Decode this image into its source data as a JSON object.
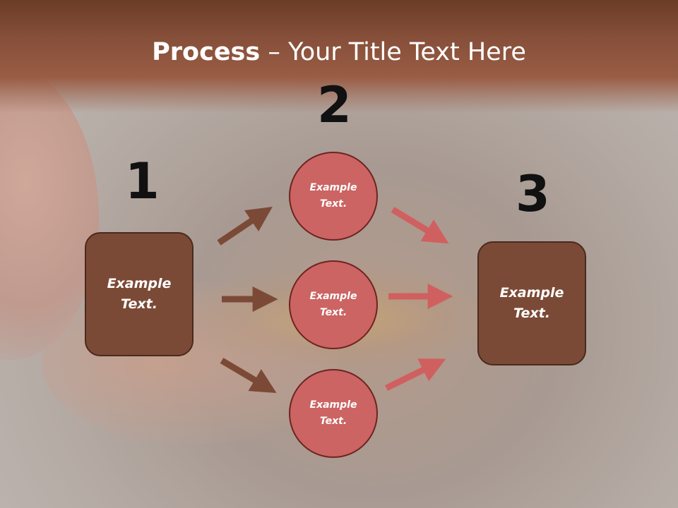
{
  "title": {
    "bold": "Process",
    "rest": " – Your Title Text Here"
  },
  "steps": [
    {
      "number": "1"
    },
    {
      "number": "2"
    },
    {
      "number": "3"
    }
  ],
  "box_left": {
    "text": "Example Text."
  },
  "circles": [
    {
      "text": "Example Text."
    },
    {
      "text": "Example Text."
    },
    {
      "text": "Example Text."
    }
  ],
  "box_right": {
    "text": "Example Text."
  },
  "colors": {
    "title_band": "#87503a",
    "box_fill": "#7b4a36",
    "circle_fill": "#cb6463",
    "arrow_brown": "#7b4a36",
    "arrow_red": "#d06060"
  }
}
